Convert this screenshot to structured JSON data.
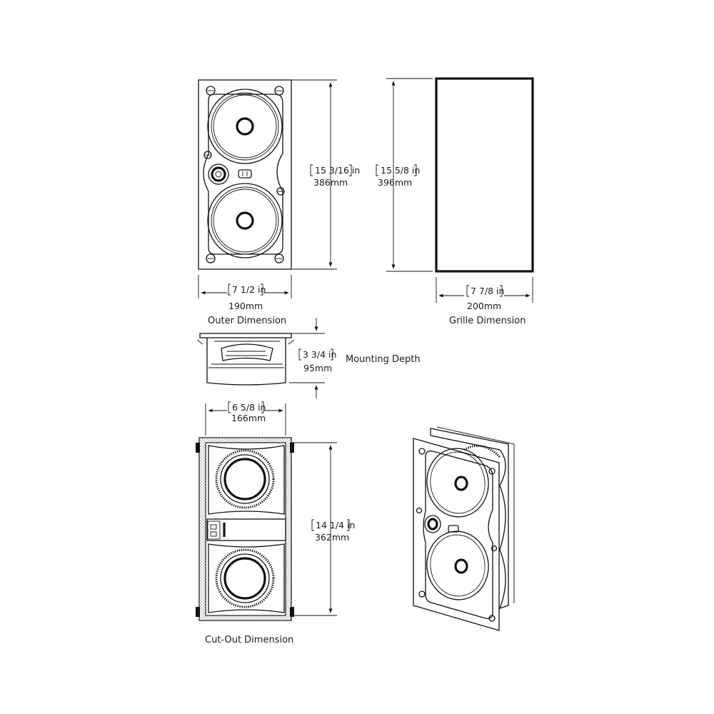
{
  "outer": {
    "height_in": "15 3/16 in",
    "height_mm": "386mm",
    "width_in": "7 1/2 in",
    "width_mm": "190mm",
    "label": "Outer Dimension"
  },
  "grille": {
    "height_in": "15 5/8 in",
    "height_mm": "396mm",
    "width_in": "7 7/8 in",
    "width_mm": "200mm",
    "label": "Grille Dimension"
  },
  "mounting": {
    "depth_in": "3 3/4 in",
    "depth_mm": "95mm",
    "label": "Mounting Depth"
  },
  "cutout": {
    "width_in": "6 5/8 in",
    "width_mm": "166mm",
    "height_in": "14 1/4 in",
    "height_mm": "362mm",
    "label": "Cut-Out Dimension"
  }
}
